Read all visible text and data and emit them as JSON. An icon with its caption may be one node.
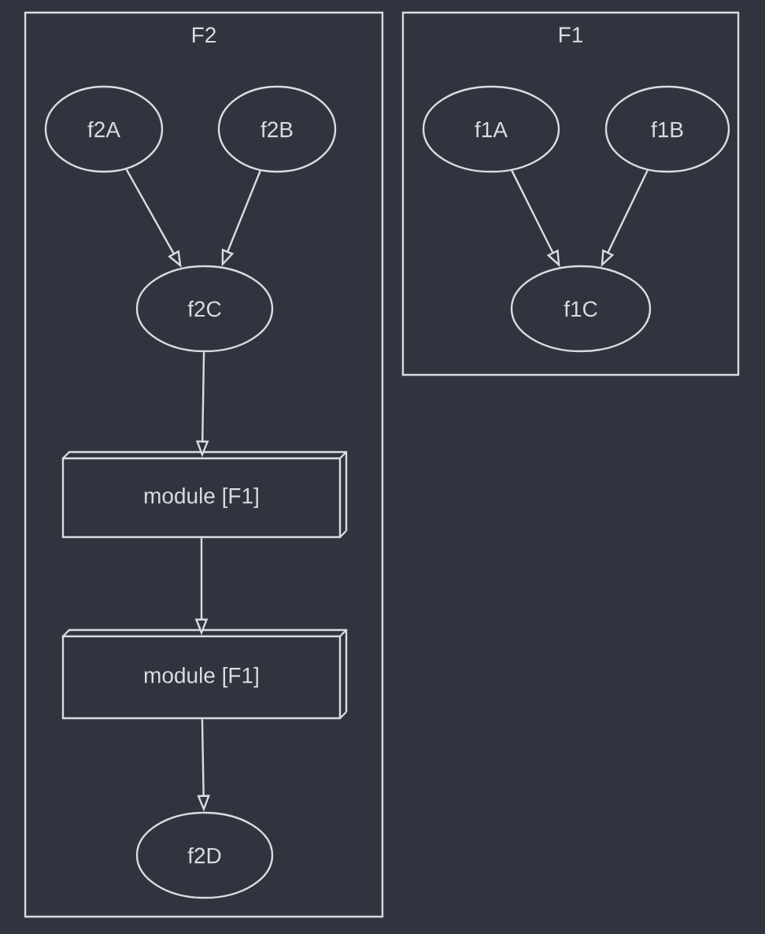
{
  "diagram": {
    "nodes": [
      {
        "text": [
          "F2"
        ]
      },
      {
        "text": [
          "f2A"
        ],
        "in": 0
      },
      {
        "text": [
          "f2B"
        ],
        "in": 0
      },
      {
        "text": [
          "f2C"
        ],
        "in": 0
      },
      {
        "text": [
          "module [F1]"
        ],
        "in": 0
      },
      {
        "text": [
          "module [F1]"
        ],
        "in": 0
      },
      {
        "text": [
          "f2D"
        ],
        "in": 0
      },
      {
        "text": [
          "F1"
        ]
      },
      {
        "text": [
          "f1A"
        ],
        "in": 7
      },
      {
        "text": [
          "f1B"
        ],
        "in": 7
      },
      {
        "text": [
          "f1C"
        ],
        "in": 7
      }
    ],
    "edges": [
      {
        "from": 1,
        "to": 3,
        "arrow": "to"
      },
      {
        "from": 2,
        "to": 3,
        "arrow": "to"
      },
      {
        "from": 3,
        "to": 4,
        "arrow": "to"
      },
      {
        "from": 4,
        "to": 5,
        "arrow": "to"
      },
      {
        "from": 5,
        "to": 6,
        "arrow": "to"
      },
      {
        "from": 8,
        "to": 10,
        "arrow": "to"
      },
      {
        "from": 9,
        "to": 10,
        "arrow": "to"
      }
    ]
  }
}
